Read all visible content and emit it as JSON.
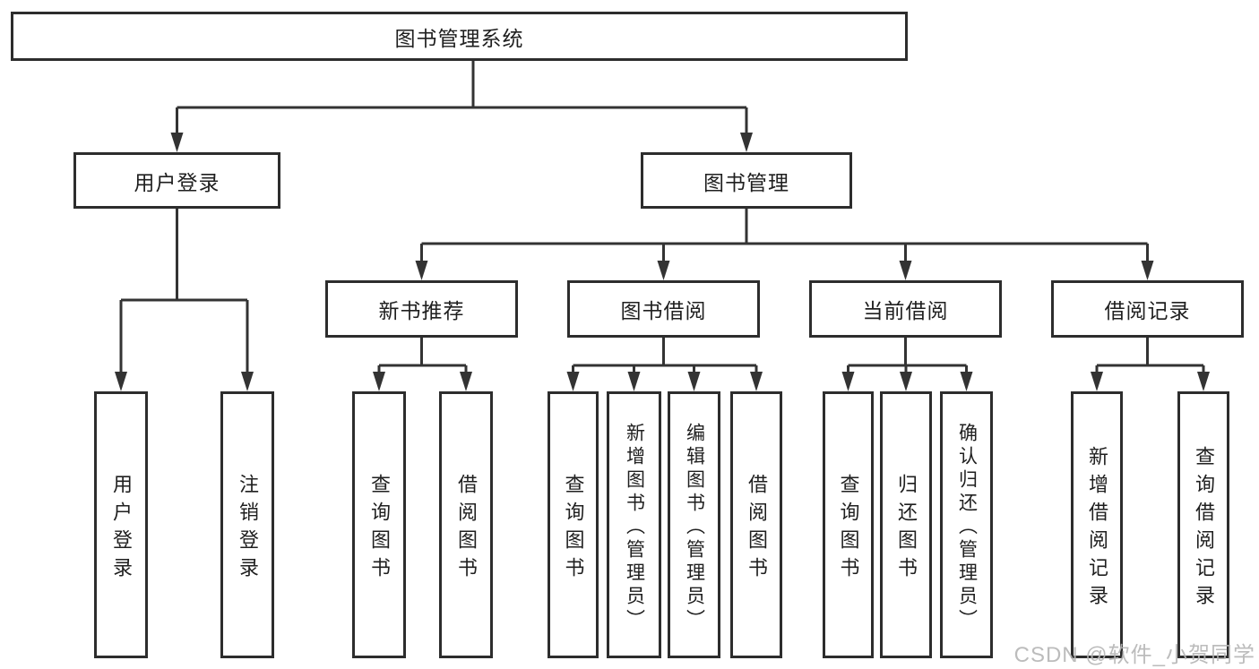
{
  "diagram": {
    "root": {
      "label": "图书管理系统"
    },
    "level2": [
      {
        "label": "用户登录"
      },
      {
        "label": "图书管理"
      }
    ],
    "level3": [
      {
        "label": "新书推荐"
      },
      {
        "label": "图书借阅"
      },
      {
        "label": "当前借阅"
      },
      {
        "label": "借阅记录"
      }
    ],
    "leaves": {
      "user_login": [
        "用户登录",
        "注销登录"
      ],
      "new_books": [
        "查询图书",
        "借阅图书"
      ],
      "book_borrow": [
        "查询图书",
        "新增图书（管理员）",
        "编辑图书（管理员）",
        "借阅图书"
      ],
      "current_borrow": [
        "查询图书",
        "归还图书",
        "确认归还（管理员）"
      ],
      "borrow_records": [
        "新增借阅记录",
        "查询借阅记录"
      ]
    }
  },
  "watermark": {
    "text": "CSDN @软件_小贺同学"
  },
  "colors": {
    "line": "#333333",
    "box_border": "#2d2d2d",
    "background": "#ffffff",
    "watermark": "#b5b5b5",
    "text": "#1f1f1f"
  }
}
